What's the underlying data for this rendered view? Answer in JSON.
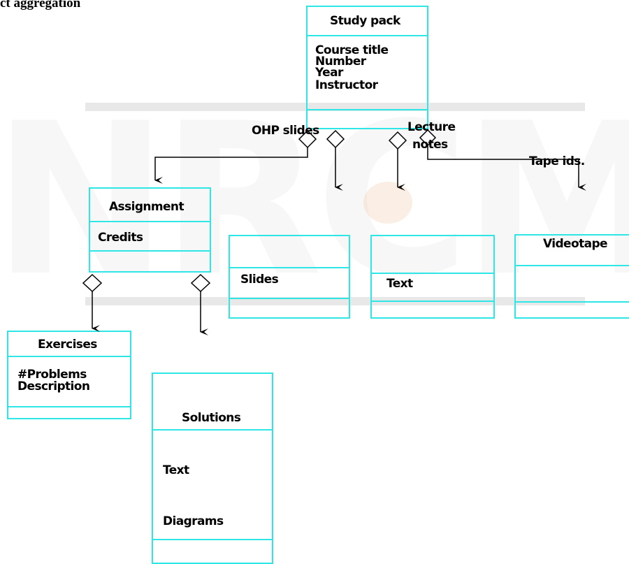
{
  "heading": "ct aggregation",
  "watermark": "NRCM",
  "classes": {
    "study_pack": {
      "name": "Study pack",
      "attributes": [
        "Course title",
        "Number",
        "Year",
        "Instructor"
      ]
    },
    "assignment": {
      "name": "Assignment",
      "attributes": [
        "Credits"
      ]
    },
    "ohp_slides": {
      "name": "",
      "attributes": [
        "Slides"
      ]
    },
    "lecture_notes": {
      "name": "",
      "attributes": [
        "Text"
      ]
    },
    "videotape": {
      "name": "Videotape",
      "attributes": []
    },
    "exercises": {
      "name": "Exercises",
      "attributes": [
        "#Problems",
        "Description"
      ]
    },
    "solutions": {
      "name": "Solutions",
      "attributes": [
        "Text",
        "Diagrams"
      ]
    }
  },
  "roles": {
    "ohp_slides": "OHP slides",
    "lecture_notes_line1": "Lecture",
    "lecture_notes_line2": "notes",
    "tape_ids": "Tape ids."
  },
  "colors": {
    "box_border": "#2ee6e6",
    "text": "#000000",
    "watermark": "#b8b8b8"
  }
}
